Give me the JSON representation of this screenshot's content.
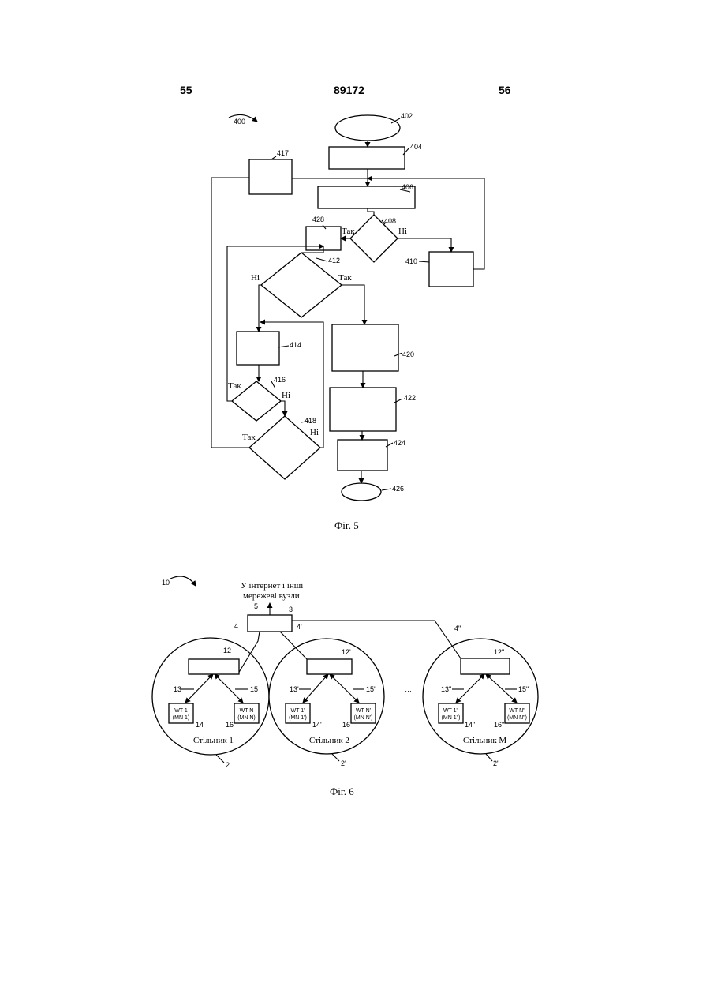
{
  "header": {
    "left_page": "55",
    "patent_number": "89172",
    "right_page": "56"
  },
  "fig5": {
    "caption": "Фіг. 5",
    "refs": {
      "r400": "400",
      "r402": "402",
      "r404": "404",
      "r406": "406",
      "r408": "408",
      "r410": "410",
      "r412": "412",
      "r414": "414",
      "r416": "416",
      "r417": "417",
      "r418": "418",
      "r420": "420",
      "r422": "422",
      "r424": "424",
      "r426": "426",
      "r428": "428"
    },
    "labels": {
      "yes": "Так",
      "no": "Ні"
    }
  },
  "fig6": {
    "caption": "Фіг. 6",
    "top_text_line1": "У інтернет і інші",
    "top_text_line2": "мережеві вузли",
    "refs": {
      "r10": "10",
      "r5": "5",
      "r3": "3",
      "r4": "4",
      "r4p": "4'",
      "r4pp": "4\"",
      "r12": "12",
      "r12p": "12'",
      "r12pp": "12\"",
      "r13": "13",
      "r15": "15",
      "r13p": "13'",
      "r15p": "15'",
      "r13pp": "13\"",
      "r15pp": "15\"",
      "r14": "14",
      "r16": "16",
      "r14p": "14'",
      "r16p": "16'",
      "r14pp": "14\"",
      "r16pp": "16\"",
      "r2": "2",
      "r2p": "2'",
      "r2pp": "2\""
    },
    "ellipsis": "…",
    "cells": [
      {
        "name": "Стільник 1",
        "wt_a_line1": "WT 1",
        "wt_a_line2": "(MN 1)",
        "wt_b_line1": "WT N",
        "wt_b_line2": "(MN N)"
      },
      {
        "name": "Стільник 2",
        "wt_a_line1": "WT 1'",
        "wt_a_line2": "(MN 1')",
        "wt_b_line1": "WT N'",
        "wt_b_line2": "(MN N')"
      },
      {
        "name": "Стільник M",
        "wt_a_line1": "WT 1\"",
        "wt_a_line2": "(MN 1\")",
        "wt_b_line1": "WT N\"",
        "wt_b_line2": "(MN N\")"
      }
    ]
  }
}
